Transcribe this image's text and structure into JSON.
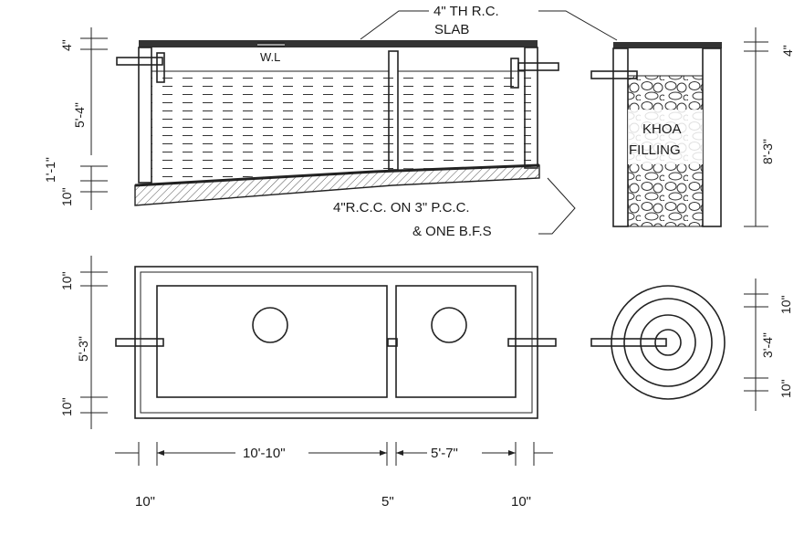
{
  "labels": {
    "slab_line1": "4\" TH R.C.",
    "slab_line2": "SLAB",
    "water_level": "W.L",
    "khoa_line1": "KHOA",
    "khoa_line2": "FILLING",
    "base_line1": "4\"R.C.C. ON 3\" P.C.C.",
    "base_line2": "& ONE B.F.S"
  },
  "dimensions": {
    "section_left_top": "4\"",
    "section_left_water": "5'-4\"",
    "section_left_slope": "1'-1\"",
    "section_left_base": "10\"",
    "pit_right_top": "4\"",
    "pit_right_height": "8'-3\"",
    "plan_left_top": "10\"",
    "plan_left_mid": "5'-3\"",
    "plan_left_bottom": "10\"",
    "plan_bottom_left_wall": "10\"",
    "plan_bottom_chamber1": "10'-10\"",
    "plan_bottom_partition": "5\"",
    "plan_bottom_chamber2": "5'-7\"",
    "plan_bottom_right_wall": "10\"",
    "pit_plan_top": "10\"",
    "pit_plan_diameter": "3'-4\"",
    "pit_plan_bottom": "10\""
  }
}
